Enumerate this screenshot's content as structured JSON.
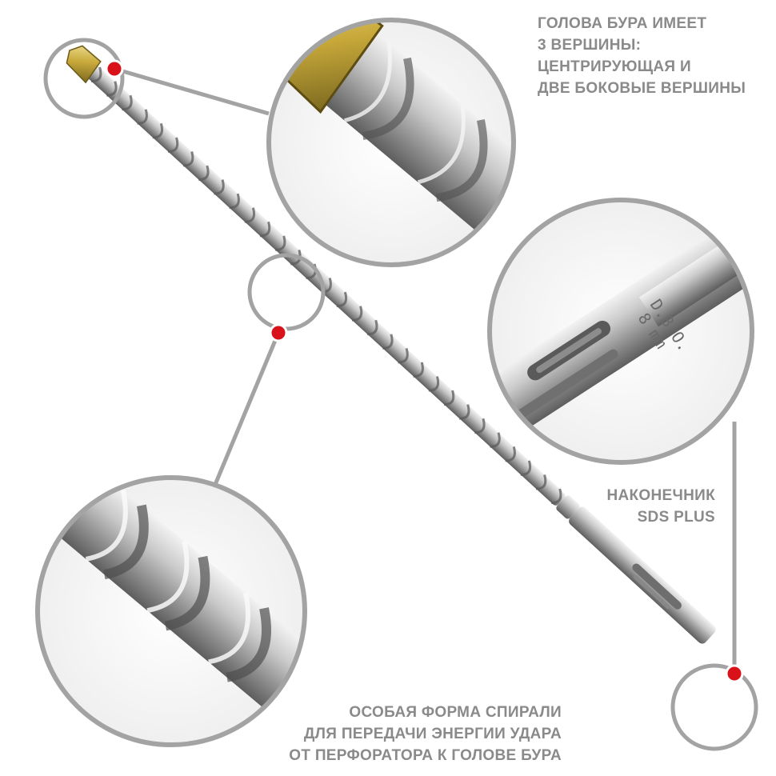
{
  "captions": {
    "head": {
      "lines": [
        "ГОЛОВА БУРА ИМЕЕТ",
        "3 ВЕРШИНЫ:",
        "ЦЕНТРИРУЮЩАЯ И",
        "ДВЕ БОКОВЫЕ ВЕРШИНЫ"
      ]
    },
    "shank": {
      "lines": [
        "НАКОНЕЧНИК",
        "SDS PLUS"
      ]
    },
    "spiral": {
      "lines": [
        "ОСОБАЯ ФОРМА СПИРАЛИ",
        "ДЛЯ ПЕРЕДАЧИ ЭНЕРГИИ УДАРА",
        "ОТ ПЕРФОРАТОРА К ГОЛОВЕ БУРА"
      ]
    }
  },
  "shank_marking": {
    "line1": "D.B.O.",
    "line2": "8 mm"
  },
  "colors": {
    "caption_text": "#8a8a8a",
    "ring": "#a3a3a3",
    "callout_dot": "#d9121a",
    "steel": "#b8b8b8"
  }
}
